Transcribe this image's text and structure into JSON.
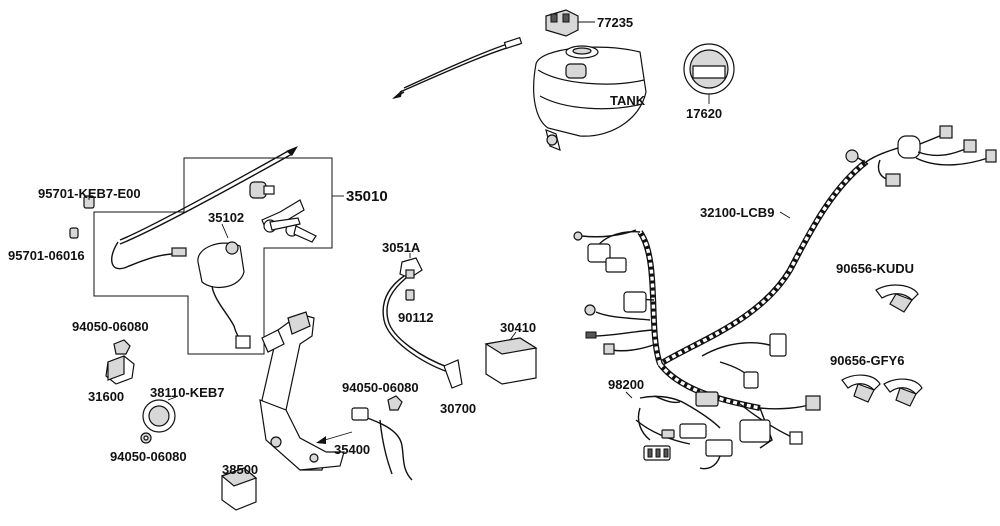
{
  "labels": {
    "p77235": "77235",
    "tank": "TANK",
    "p17620": "17620",
    "p35010": "35010",
    "p95701_keb7": "95701-KEB7-E00",
    "p95701_06016": "95701-06016",
    "p35102": "35102",
    "p3051a": "3051A",
    "p90112": "90112",
    "p30410": "30410",
    "p32100": "32100-LCB9",
    "p90656_kudu": "90656-KUDU",
    "p90656_gfy6": "90656-GFY6",
    "p94050_a": "94050-06080",
    "p31600": "31600",
    "p38110": "38110-KEB7",
    "p94050_b": "94050-06080",
    "p94050_c": "94050-06080",
    "p35400": "35400",
    "p38500": "38500",
    "p30700": "30700",
    "p98200": "98200"
  }
}
